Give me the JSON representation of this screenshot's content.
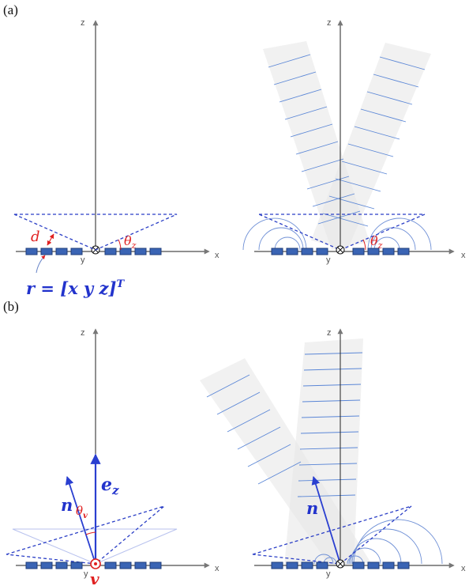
{
  "panels": {
    "a": {
      "label": "(a)"
    },
    "b": {
      "label": "(b)"
    }
  },
  "axes": {
    "x": "x",
    "y": "y",
    "z": "z"
  },
  "math": {
    "d": "d",
    "theta_z": "θ",
    "theta_z_sub": "z",
    "position_vector": "r = [x y z]",
    "position_vector_sup": "T",
    "normal": "n",
    "ez": "e",
    "ez_sub": "z",
    "theta_v": "θ",
    "theta_v_sub": "v",
    "v": "v"
  },
  "colors": {
    "element": "#3a64b4",
    "dashed": "#2b3fc6",
    "annotation_red": "#e02020",
    "vector_blue": "#2a3fd0",
    "wavefront": "#5a86d6",
    "beam": "#e6e6e6"
  }
}
